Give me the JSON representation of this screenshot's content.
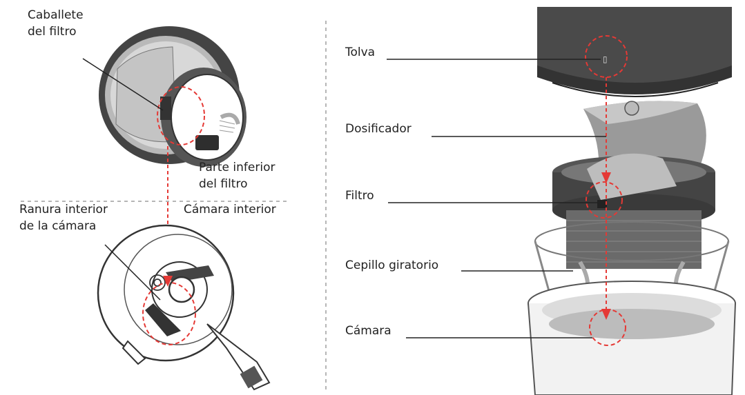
{
  "labels": {
    "caballete": [
      "Caballete",
      "del filtro"
    ],
    "parte_inferior": [
      "Parte inferior",
      "del filtro"
    ],
    "ranura": [
      "Ranura interior",
      "de la cámara"
    ],
    "camara_interior": "Cámara interior",
    "tolva": "Tolva",
    "dosificador": "Dosificador",
    "filtro": "Filtro",
    "cepillo": "Cepillo giratorio",
    "camara": "Cámara"
  },
  "colors": {
    "dark_part": "#4a4a4a",
    "mid_part": "#8c8c8c",
    "light_part": "#bdbdbd",
    "outline": "#333333",
    "guide_red": "#e53935",
    "divider": "#9e9e9e"
  }
}
